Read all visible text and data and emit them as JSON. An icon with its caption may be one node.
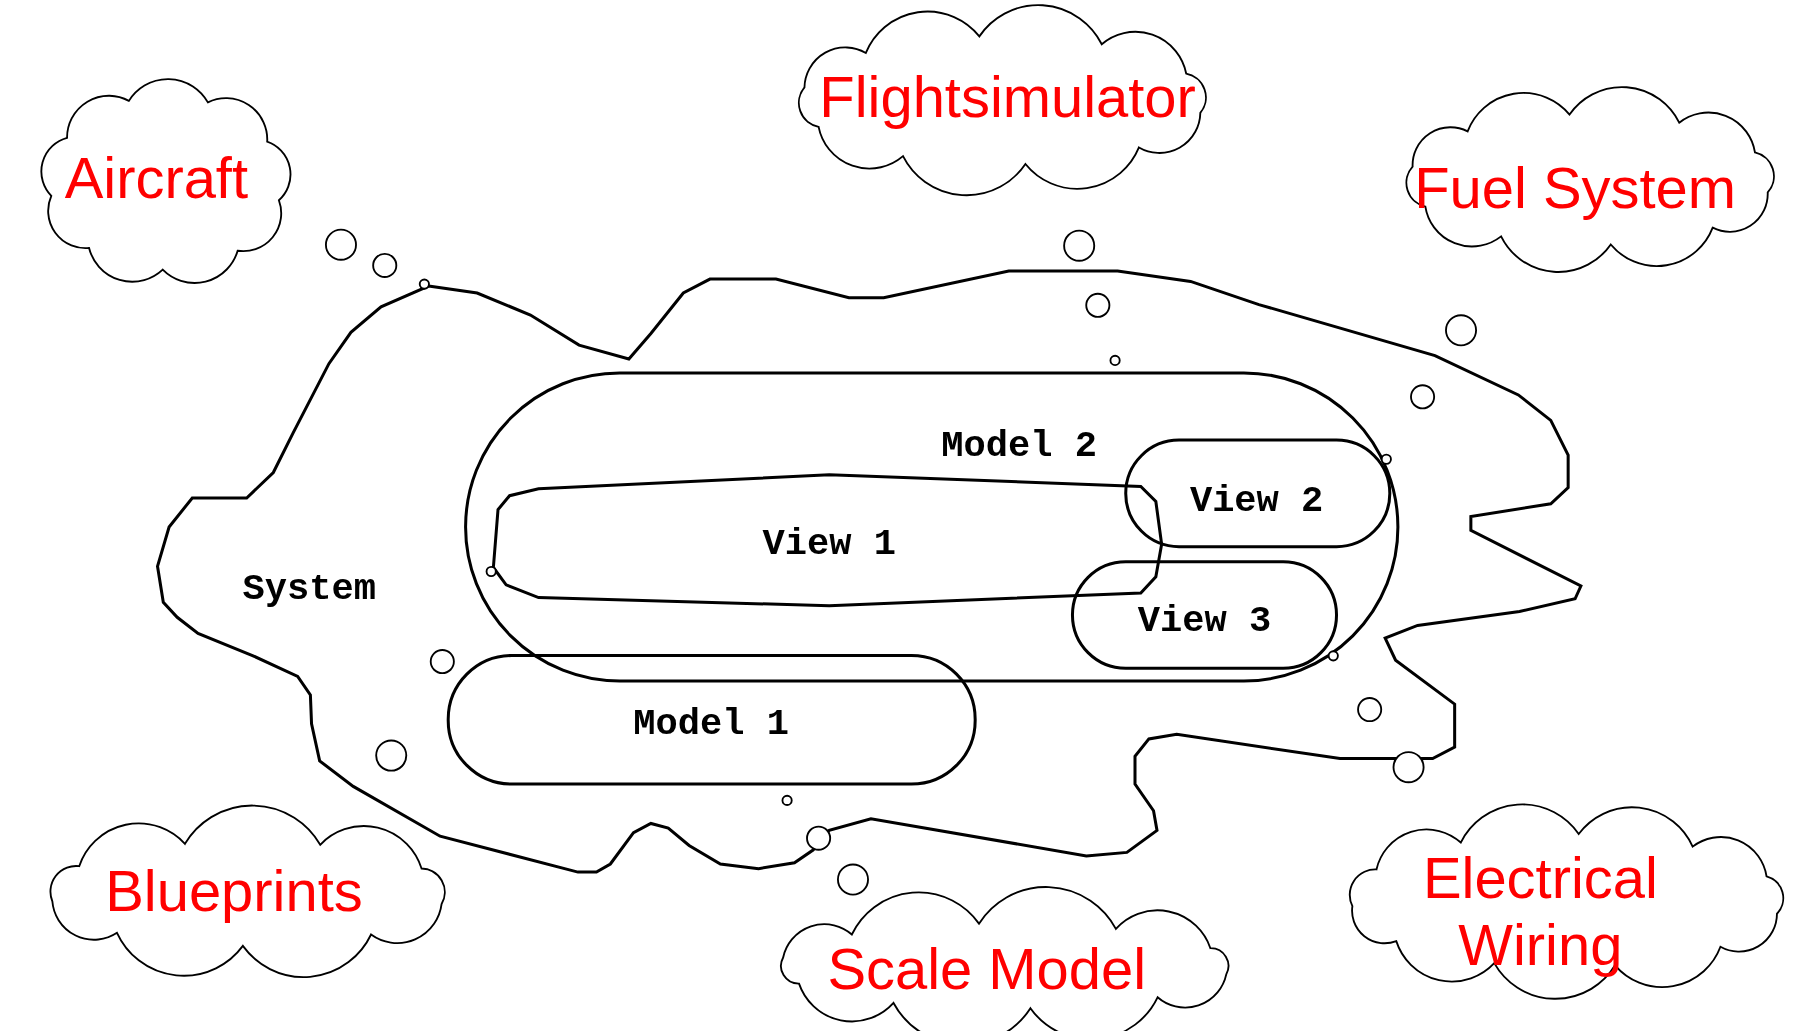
{
  "diagram": {
    "nodes": [
      {
        "text": [
          "Aircraft"
        ]
      },
      {
        "text": [
          "Flightsimulator"
        ]
      },
      {
        "text": [
          "Fuel System"
        ]
      },
      {
        "text": [
          "System"
        ]
      },
      {
        "text": [
          "Model 2"
        ],
        "in": 3
      },
      {
        "text": [
          "View 1"
        ],
        "in": 4
      },
      {
        "text": [
          "View 2"
        ],
        "in": 4
      },
      {
        "text": [
          "View 3"
        ],
        "in": 4
      },
      {
        "text": [
          "Model 1"
        ],
        "in": 3
      },
      {
        "text": [
          "Blueprints"
        ]
      },
      {
        "text": [
          "Scale Model"
        ]
      },
      {
        "text": [
          "Electrical Wiring"
        ]
      }
    ]
  }
}
